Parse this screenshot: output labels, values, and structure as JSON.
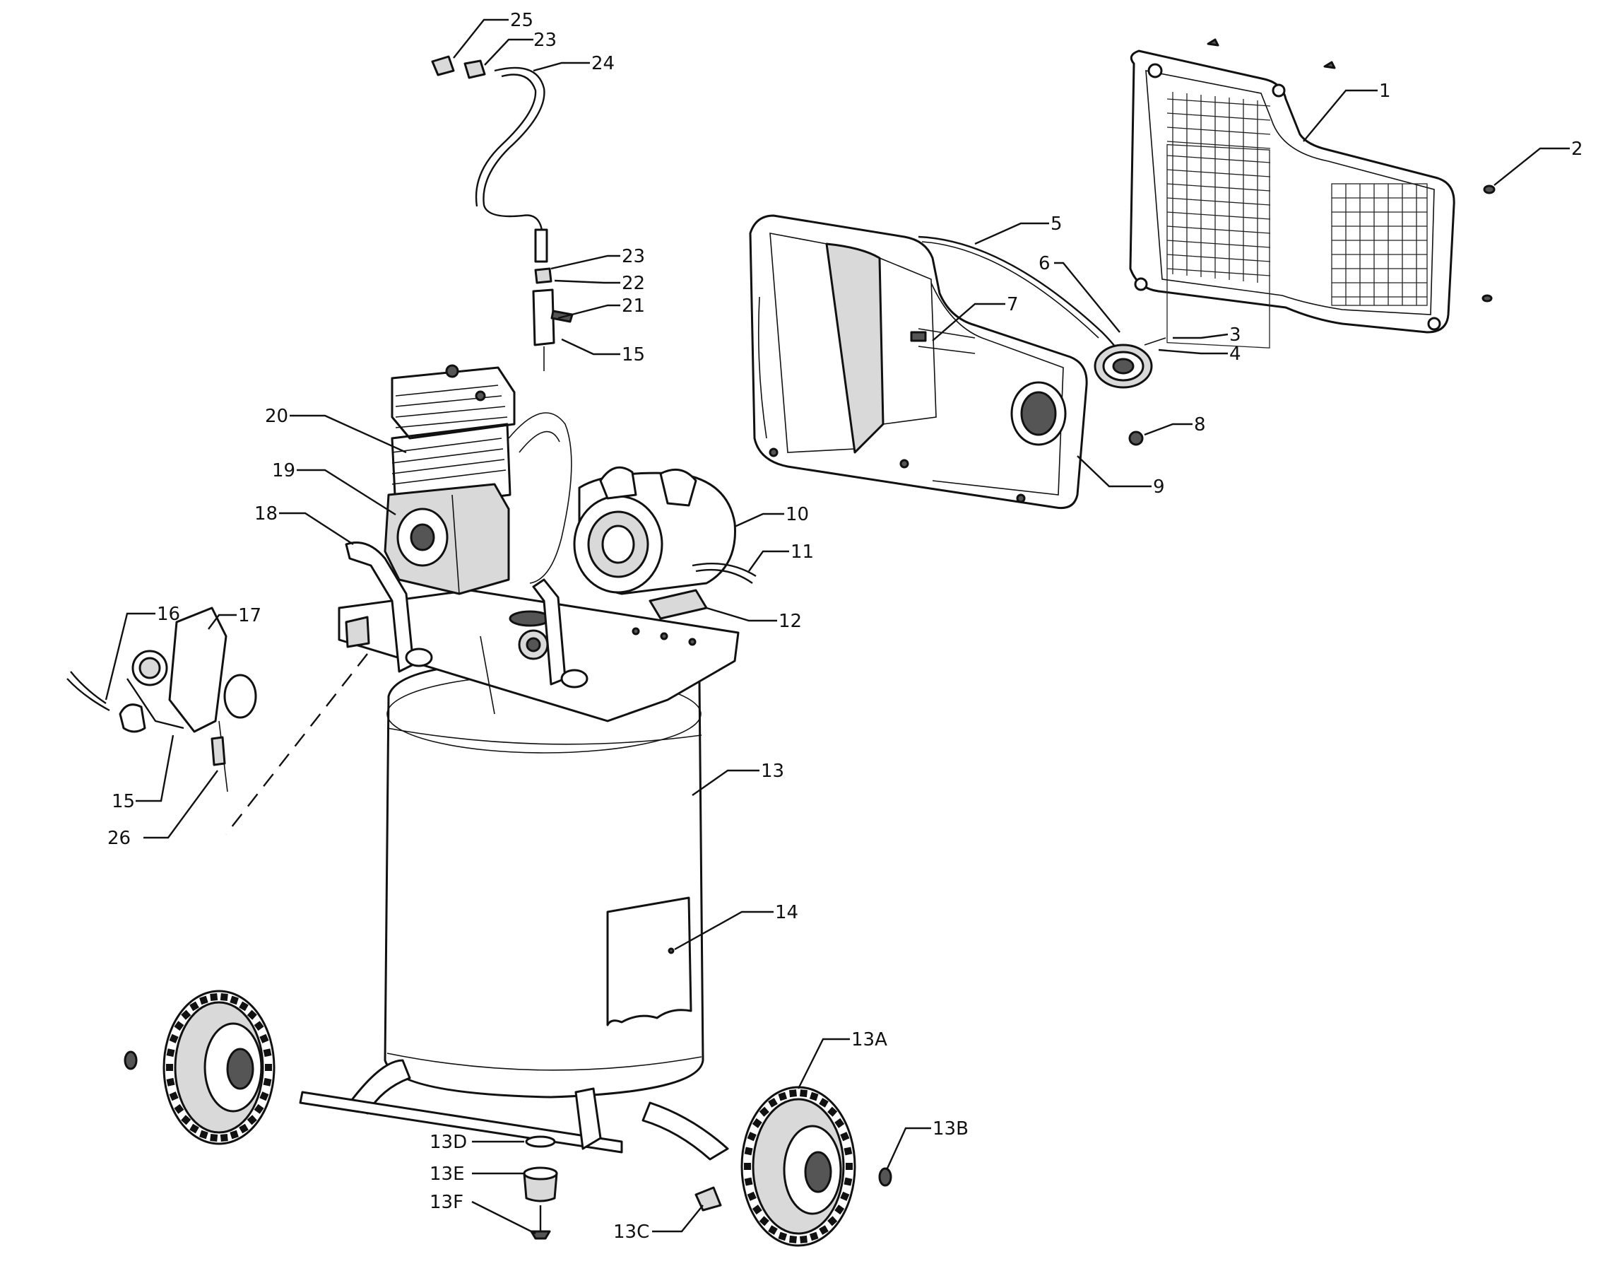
{
  "callouts": {
    "c1": "1",
    "c2": "2",
    "c3": "3",
    "c4": "4",
    "c5": "5",
    "c6": "6",
    "c7": "7",
    "c8": "8",
    "c9": "9",
    "c10": "10",
    "c11": "11",
    "c12": "12",
    "c13": "13",
    "c13A": "13A",
    "c13B": "13B",
    "c13C": "13C",
    "c13D": "13D",
    "c13E": "13E",
    "c13F": "13F",
    "c14": "14",
    "c15a": "15",
    "c15b": "15",
    "c16": "16",
    "c17": "17",
    "c18": "18",
    "c19": "19",
    "c20": "20",
    "c21": "21",
    "c22": "22",
    "c23a": "23",
    "c23b": "23",
    "c24": "24",
    "c25": "25",
    "c26": "26"
  },
  "colors": {
    "ink": "#111111",
    "background": "#ffffff",
    "shade": "#d9d9d9"
  }
}
